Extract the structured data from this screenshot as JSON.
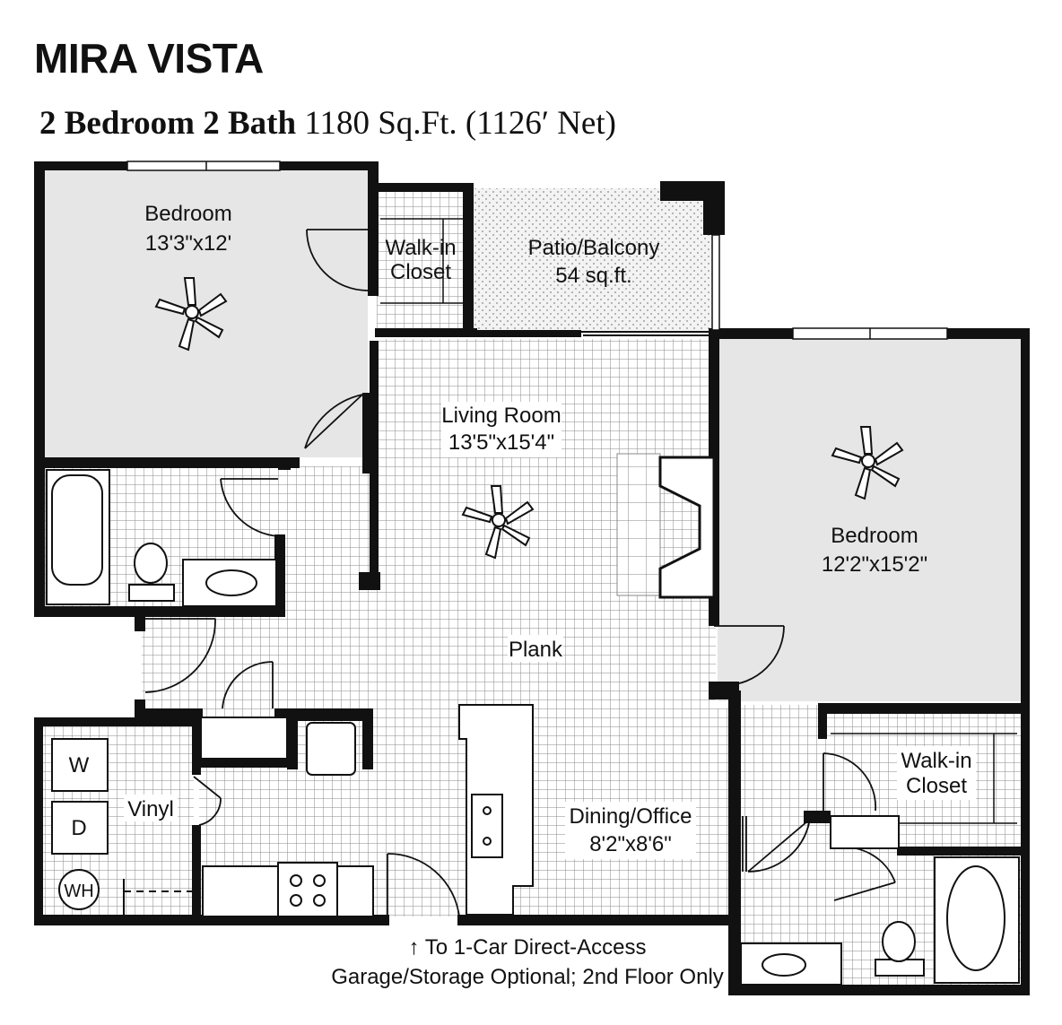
{
  "title": "MIRA VISTA",
  "subtitle": {
    "beds_baths": "2 Bedroom 2 Bath",
    "size": "1180 Sq.Ft. (1126′ Net)"
  },
  "rooms": {
    "bedroom1": {
      "name": "Bedroom",
      "dims": "13'3\"x12'"
    },
    "closet1": {
      "line1": "Walk-in",
      "line2": "Closet"
    },
    "patio": {
      "name": "Patio/Balcony",
      "dims": "54 sq.ft."
    },
    "living": {
      "name": "Living Room",
      "dims": "13'5\"x15'4\""
    },
    "bedroom2": {
      "name": "Bedroom",
      "dims": "12'2\"x15'2\""
    },
    "plank": "Plank",
    "closet2": {
      "line1": "Walk-in",
      "line2": "Closet"
    },
    "vinyl": "Vinyl",
    "dining": {
      "name": "Dining/Office",
      "dims": "8'2\"x8'6\""
    }
  },
  "appliances": {
    "washer": "W",
    "dryer": "D",
    "water_heater": "WH"
  },
  "garage_note": {
    "line1": "↑ To 1-Car Direct-Access",
    "line2": "Garage/Storage Optional; 2nd Floor Only"
  },
  "colors": {
    "wall": "#111111",
    "floor_light": "#e6e6e6",
    "tile_line": "#8a8a8a",
    "patio": "#ececec"
  }
}
